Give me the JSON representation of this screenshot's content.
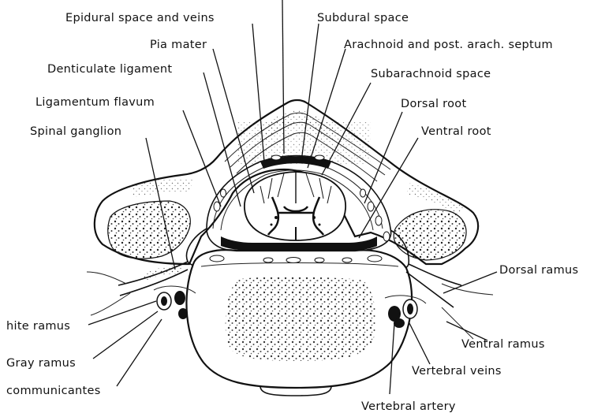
{
  "labels": {
    "epidural": "Epidural space and veins",
    "subdural": "Subdural space",
    "pia": "Pia mater",
    "arachnoid": "Arachnoid and post. arach. septum",
    "denticulate": "Denticulate ligament",
    "subarachnoid": "Subarachnoid space",
    "flavum": "Ligamentum flavum",
    "dorsal_root": "Dorsal root",
    "ganglion": "Spinal ganglion",
    "ventral_root": "Ventral root",
    "dorsal_ramus": "Dorsal ramus",
    "white_ramus": "hite ramus",
    "ventral_ramus": "Ventral ramus",
    "gray_ramus": "Gray ramus",
    "vertebral_veins": "Vertebral veins",
    "communicantes": "communicantes",
    "vertebral_artery": "Vertebral artery"
  }
}
